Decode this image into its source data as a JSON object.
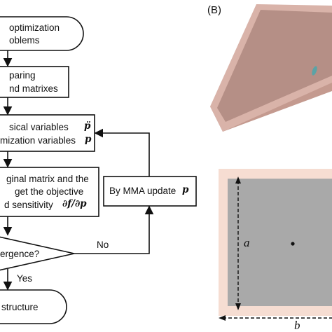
{
  "panel_b_label": "(B)",
  "flowchart": {
    "start": {
      "line1": "optimization",
      "line2": "oblems"
    },
    "prepare": {
      "line1": "paring",
      "line2": "nd matrixes"
    },
    "variables": {
      "line1": "sical variables",
      "sym1": "p̈",
      "line2": "mization variables",
      "sym2": "p"
    },
    "evaluate": {
      "line1": "ginal matrix and the",
      "line2": "get the objective",
      "line3": "d sensitivity",
      "sym": "∂f/∂p"
    },
    "update": {
      "text": "By MMA update",
      "sym": "p"
    },
    "decision": {
      "text": "ergence?"
    },
    "no_label": "No",
    "yes_label": "Yes",
    "end": {
      "text": "structure"
    }
  },
  "panel_b": {
    "dim_a": "a",
    "dim_b": "b",
    "colors": {
      "border": "#f6ddd2",
      "plate": "#a9a9a9",
      "iso_outer": "#d6b0a6",
      "iso_inner": "#b08880",
      "iso_side": "#c79e92"
    }
  }
}
